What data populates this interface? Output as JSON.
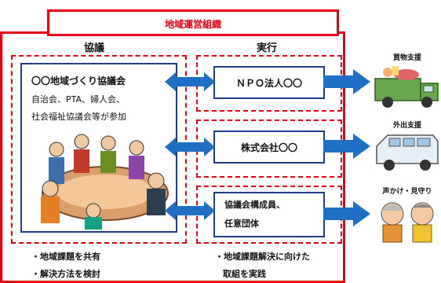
{
  "org": {
    "title": "地域運営組織"
  },
  "left": {
    "heading": "協議",
    "council_name": "〇〇地域づくり協議会",
    "members_line1": "自治会、PTA、婦人会、",
    "members_line2": "社会福祉協議会等が参加",
    "bullet1": "・地域課題を共有",
    "bullet2": "・解決方法を検討"
  },
  "right": {
    "heading": "実行",
    "box1": "ＮＰＯ法人〇〇",
    "box2": "株式会社〇〇",
    "box3_line1": "協議会構成員、",
    "box3_line2": "任意団体",
    "bullet1": "・地域課題解決に向けた",
    "bullet2": "取組を実践"
  },
  "services": {
    "s1": "買物支援",
    "s2": "外出支援",
    "s3": "声かけ・見守り"
  },
  "colors": {
    "red": "#e60012",
    "blue": "#1f3c88",
    "arrow": "#1f6fc5"
  }
}
